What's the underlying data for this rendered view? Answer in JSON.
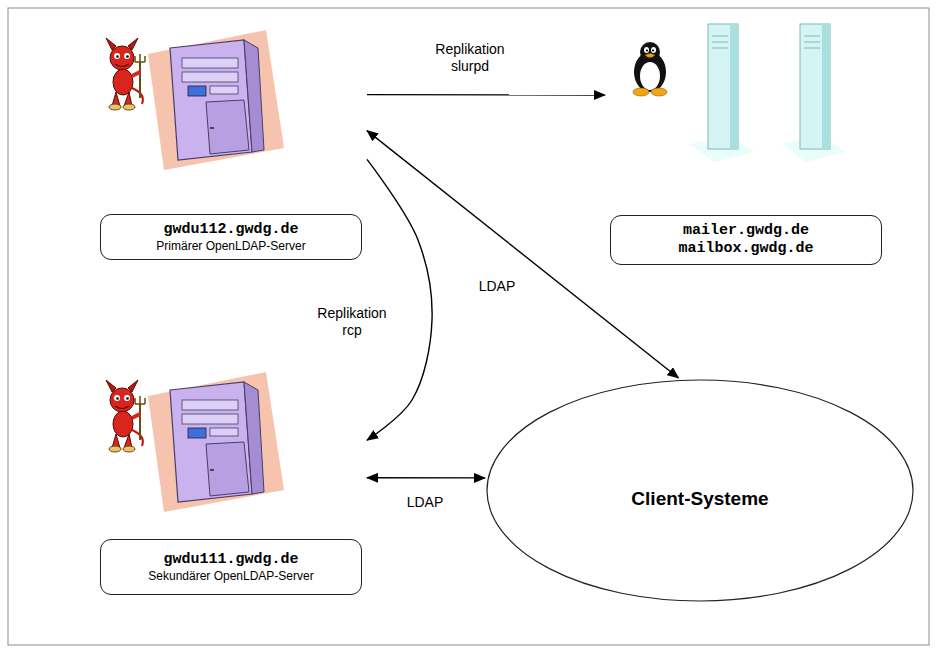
{
  "diagram": {
    "nodes": [
      {
        "text": [
          "gwdu112.gwdg.de",
          "Primärer OpenLDAP-Server"
        ]
      },
      {
        "text": [
          "mailer.gwdg.de",
          "mailbox.gwdg.de"
        ]
      },
      {
        "text": [
          "gwdu111.gwdg.de",
          "Sekundärer OpenLDAP-Server"
        ]
      },
      {
        "text": [
          "Client-Systeme"
        ]
      }
    ],
    "edges": [
      {
        "from": 0,
        "to": 1,
        "arrow": "to",
        "label": "Replikation slurpd"
      },
      {
        "from": 0,
        "to": 2,
        "arrow": "to",
        "label": "Replikation rcp"
      },
      {
        "from": 0,
        "to": 3,
        "arrow": "both",
        "label": "LDAP"
      },
      {
        "from": 2,
        "to": 3,
        "arrow": "both",
        "label": "LDAP"
      }
    ]
  }
}
